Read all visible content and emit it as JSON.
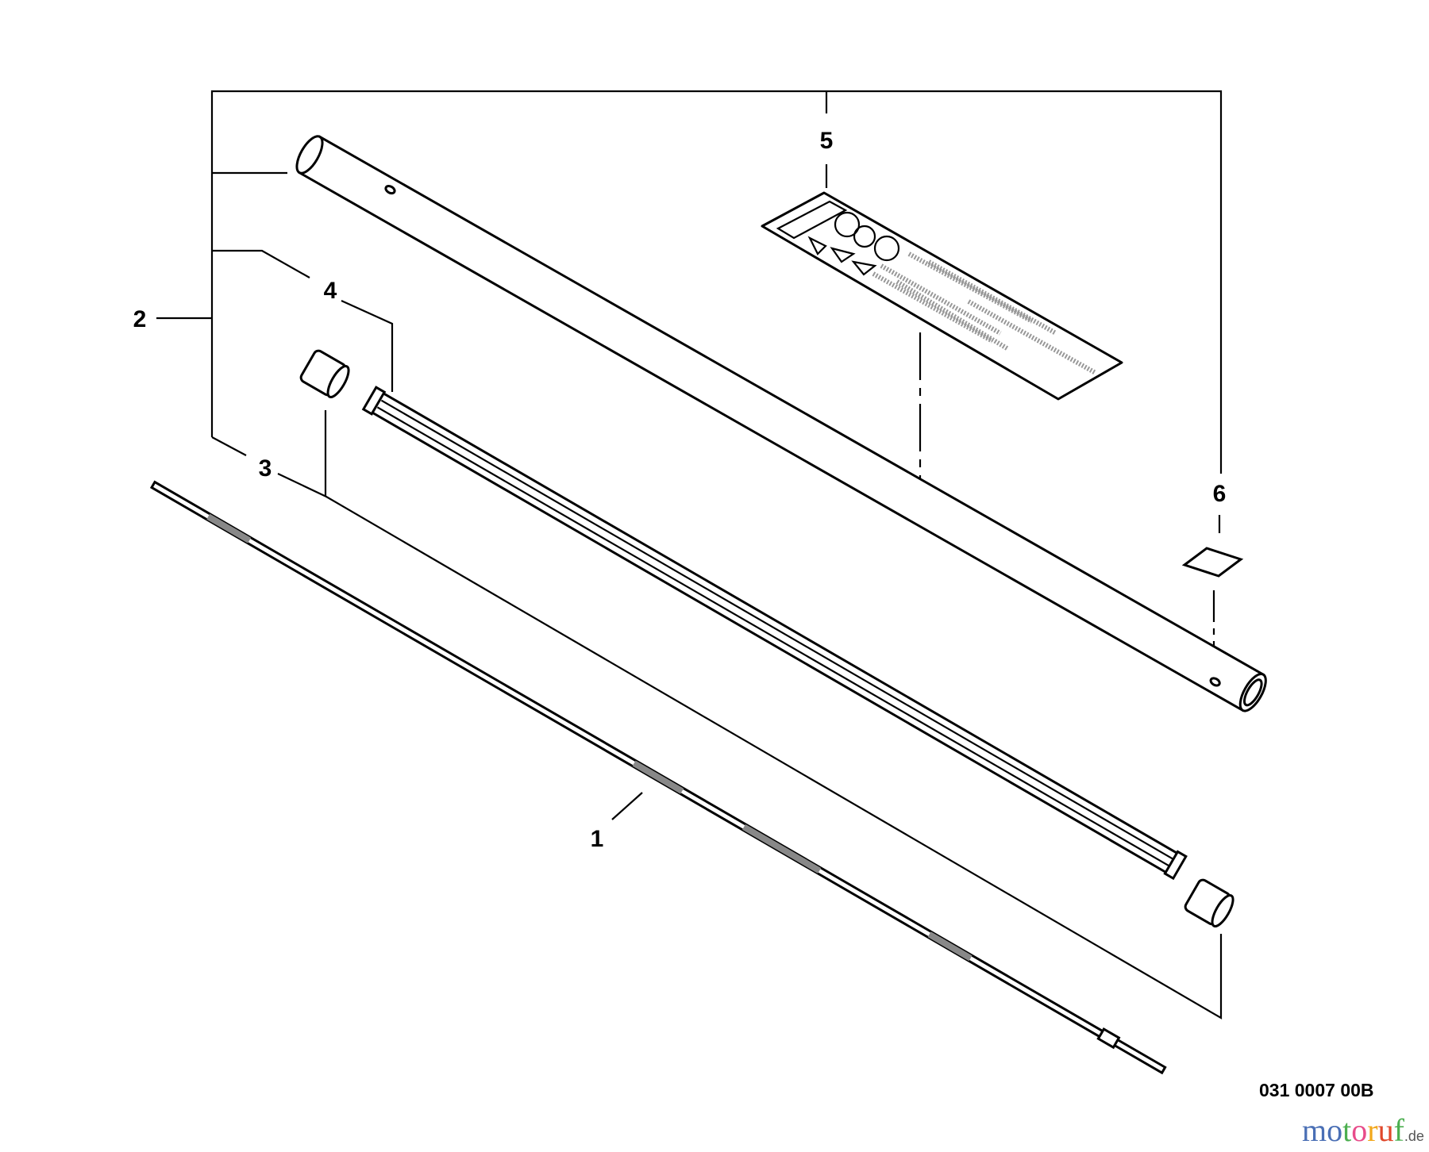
{
  "diagram": {
    "drawing_code": "031 0007 00B",
    "callouts": [
      "1",
      "2",
      "3",
      "4",
      "5",
      "6"
    ],
    "parts": {
      "drive_shaft": "1",
      "shaft_tube_assembly": "2",
      "bushing": "3",
      "liner": "4",
      "warning_label": "5",
      "plate": "6"
    }
  },
  "watermark": {
    "name": "motoruf",
    "suffix": ".de",
    "colors": [
      "#4a6fb5",
      "#4a6fb5",
      "#4caf50",
      "#e84c8a",
      "#f2a81d",
      "#e0482b",
      "#4caf50",
      "#f2c81d"
    ]
  }
}
